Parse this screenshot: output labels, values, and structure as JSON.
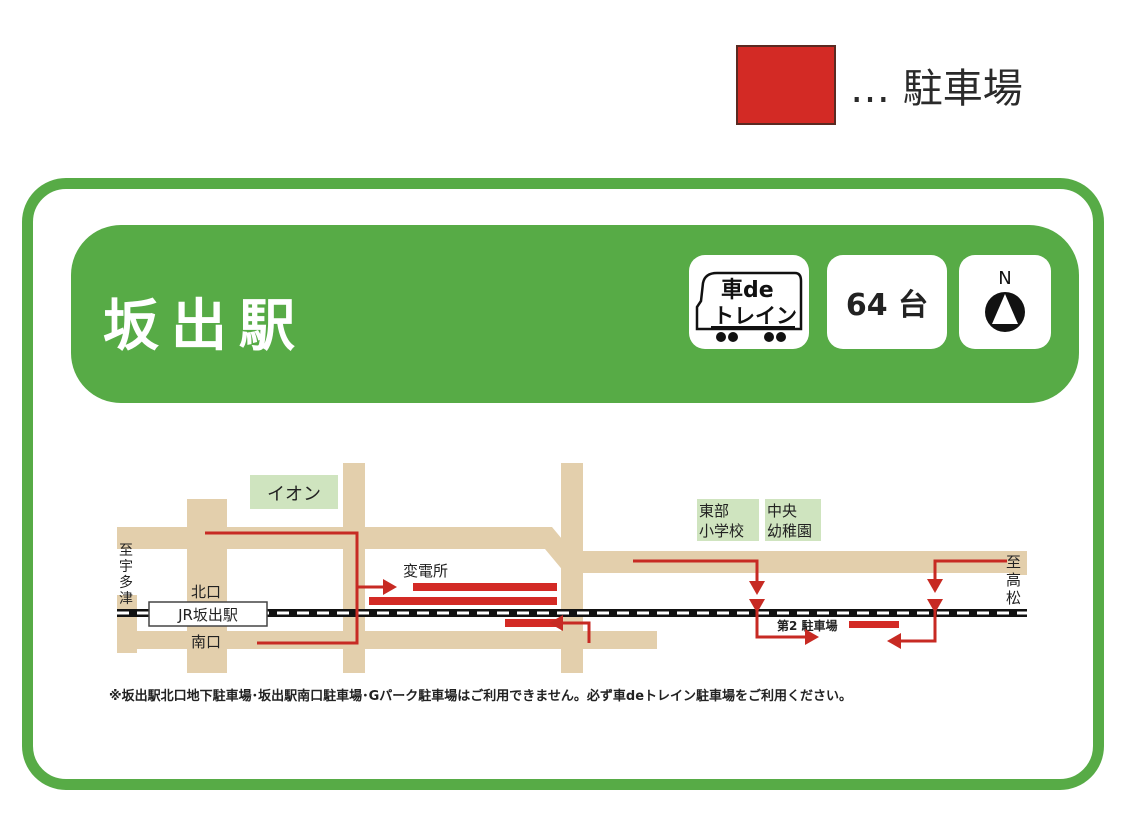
{
  "legend": {
    "swatch_color": "#d32a25",
    "label": "… 駐車場"
  },
  "station": {
    "name": "坂出駅",
    "banner_color": "#57ab46"
  },
  "badges": {
    "logo_line1": "車de",
    "logo_line2": "トレイン",
    "count": "64 台",
    "north_label": "N"
  },
  "map": {
    "road_color": "#e3cfac",
    "rail_color": "#111111",
    "parking_color": "#d32a25",
    "landmark_color": "#cfe4bf",
    "labels": {
      "aeon": "イオン",
      "substation": "変電所",
      "east_school_1": "東部",
      "east_school_2": "小学校",
      "kindergarten_1": "中央",
      "kindergarten_2": "幼稚園",
      "to_utazu_1": "至",
      "to_utazu_2": "宇",
      "to_utazu_3": "多",
      "to_utazu_4": "津",
      "to_takamatsu_1": "至",
      "to_takamatsu_2": "高",
      "to_takamatsu_3": "松",
      "north_exit": "北口",
      "south_exit": "南口",
      "station_label": "JR坂出駅",
      "second_lot": "第2 駐車場"
    }
  },
  "note": "※坂出駅北口地下駐車場･坂出駅南口駐車場･Gパーク駐車場はご利用できません。必ず車deトレイン駐車場をご利用ください。"
}
